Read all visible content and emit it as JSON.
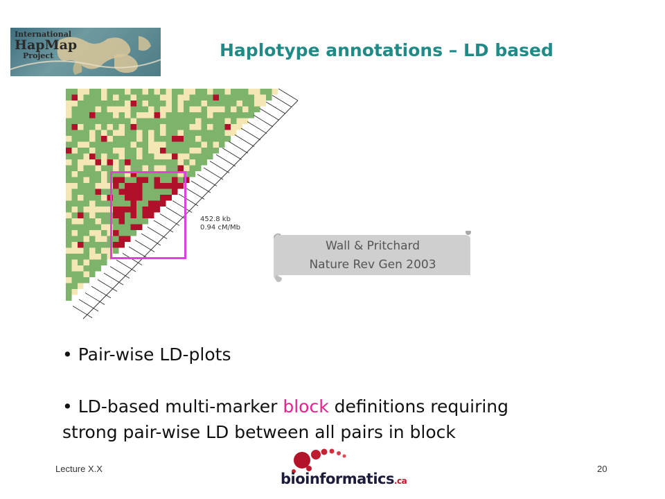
{
  "slide": {
    "title": "Haplotype annotations – LD based",
    "logo": {
      "line1": "International",
      "line2": "HapMap",
      "line3": "Project",
      "icon": "hapmap-world-logo"
    },
    "figure": {
      "note_line1": "452.8 kb",
      "note_line2": "0.94 cM/Mb",
      "citation_line1": "Wall & Pritchard",
      "citation_line2": "Nature Rev Gen 2003",
      "colors": {
        "high_ld": "#b0102a",
        "low_ld": "#7db36b",
        "intermediate": "#f4e7b4",
        "box": "#e040e0"
      }
    },
    "bullets": [
      "• Pair-wise LD-plots",
      {
        "before": "• LD-based multi-marker ",
        "highlight": "block",
        "after": " definitions requiring",
        "line2": "strong pair-wise LD between all pairs in block"
      }
    ],
    "footer": {
      "left": "Lecture X.X",
      "right": "20",
      "brand_main": "bioinformatics",
      "brand_suffix": ".ca"
    }
  }
}
